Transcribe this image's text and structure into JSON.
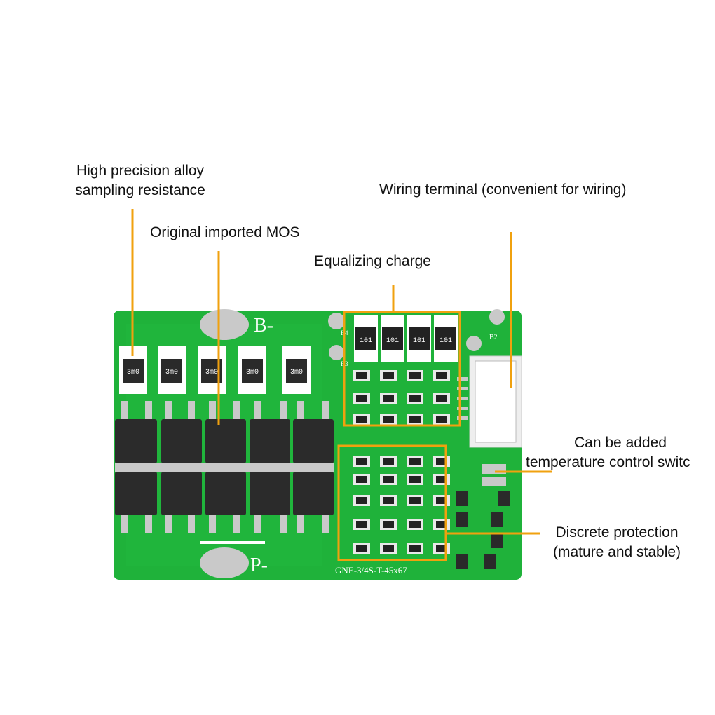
{
  "labels": {
    "alloy_resistance": [
      "High precision alloy",
      "sampling resistance"
    ],
    "mos": "Original imported MOS",
    "equalizing": "Equalizing charge",
    "wiring_terminal": "Wiring terminal (convenient for wiring)",
    "temperature": [
      "Can be added",
      "temperature control switc"
    ],
    "discrete_protection": [
      "Discrete protection",
      "(mature and stable)"
    ]
  },
  "board": {
    "pad_b": "B-",
    "pad_p": "P-",
    "model": "GNE-3/4S-T-45x67",
    "resistor_code": "101",
    "shunt_code": "3m0",
    "silk_b2": "B2",
    "silk_b4": "B4",
    "silk_b3": "B3"
  },
  "colors": {
    "pcb": "#1fb23a",
    "pcb_dark": "#14922c",
    "callout": "#f0a10f",
    "mosfet": "#2b2b2b",
    "pad": "#c9c9c9"
  }
}
